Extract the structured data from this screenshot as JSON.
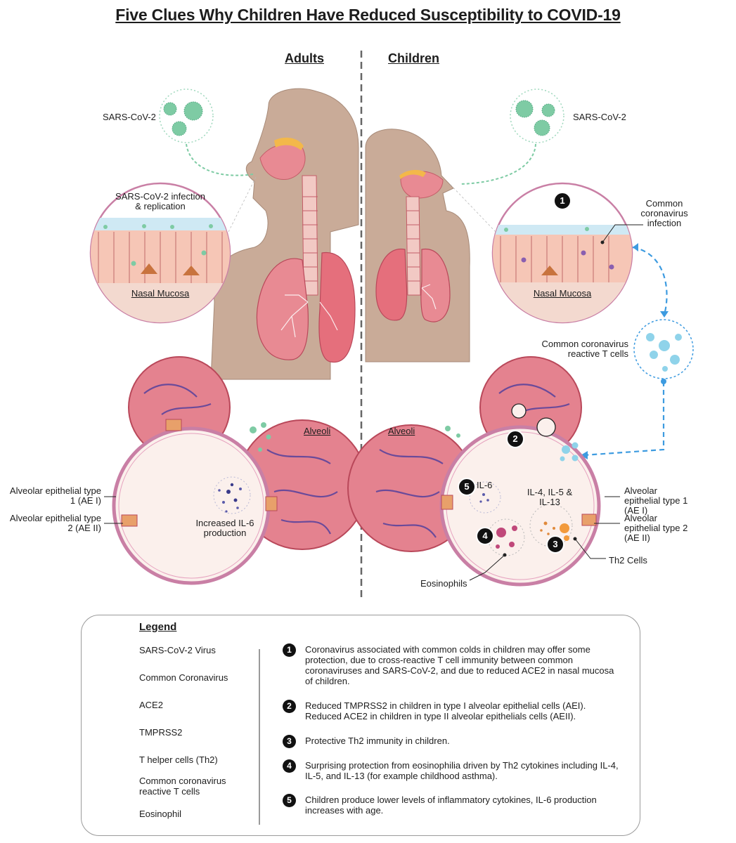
{
  "title": "Five Clues Why Children Have Reduced Susceptibility to COVID-19",
  "columns": {
    "adults": "Adults",
    "children": "Children"
  },
  "adults": {
    "virus_label": "SARS-CoV-2",
    "infection_label": "SARS-CoV-2 infection & replication",
    "mucosa_label": "Nasal Mucosa",
    "alveoli_label": "Alveoli",
    "ae1_label": "Alveolar epithelial type 1 (AE I)",
    "ae2_label": "Alveolar epithelial type 2 (AE II)",
    "il6_label": "Increased IL-6 production"
  },
  "children": {
    "virus_label": "SARS-CoV-2",
    "common_infection_label": "Common coronavirus infection",
    "mucosa_label": "Nasal Mucosa",
    "tcells_label": "Common coronavirus reactive T cells",
    "alveoli_label": "Alveoli",
    "ae1_label": "Alveolar epithelial type 1 (AE I)",
    "ae2_label": "Alveolar epithelial type 2 (AE II)",
    "il6_label": "IL-6",
    "il4_label": "IL-4, IL-5 & IL-13",
    "th2_label": "Th2 Cells",
    "eos_label": "Eosinophils",
    "badges": [
      "1",
      "2",
      "3",
      "4",
      "5"
    ]
  },
  "legend": {
    "title": "Legend",
    "items": [
      {
        "label": "SARS-CoV-2 Virus",
        "icon": "sars-cov-2-virus-icon",
        "color": "#7ecba4"
      },
      {
        "label": "Common Coronavirus",
        "icon": "common-coronavirus-icon",
        "color": "#8a5fb0"
      },
      {
        "label": "ACE2",
        "icon": "ace2-receptor-icon",
        "color": "#d63a78"
      },
      {
        "label": "TMPRSS2",
        "icon": "tmprss2-icon",
        "color": "#6b4a9a"
      },
      {
        "label": "T helper cells (Th2)",
        "icon": "th2-cell-icon",
        "color": "#f29a3c"
      },
      {
        "label": "Common coronavirus reactive T cells",
        "icon": "reactive-t-cell-icon",
        "color": "#8fd3ea"
      },
      {
        "label": "Eosinophil",
        "icon": "eosinophil-icon",
        "color": "#c0487a"
      }
    ],
    "clues": [
      {
        "num": "1",
        "text": "Coronavirus associated with common colds in children may offer some protection, due to cross-reactive T cell immunity between common coronaviruses and SARS-CoV-2, and due to reduced ACE2 in nasal mucosa of children."
      },
      {
        "num": "2",
        "text": "Reduced TMPRSS2 in children in type I alveolar epithelial cells (AEI). Reduced ACE2 in children in type II alveolar epithelials cells (AEII)."
      },
      {
        "num": "3",
        "text": "Protective Th2 immunity in children."
      },
      {
        "num": "4",
        "text": "Surprising protection from eosinophilia driven by Th2 cytokines including IL-4, IL-5, and IL-13 (for example childhood asthma)."
      },
      {
        "num": "5",
        "text": "Children produce lower levels of inflammatory cytokines, IL-6 production increases with age."
      }
    ]
  },
  "colors": {
    "skin": "#c9ab98",
    "lung": "#e88a93",
    "alveolus_wall": "#c97fa5",
    "alveolus_fill": "#fbf0ec",
    "capillary": "#6a4a9a",
    "arrow_blue": "#3d9be0",
    "virus_green": "#7ecba4"
  }
}
